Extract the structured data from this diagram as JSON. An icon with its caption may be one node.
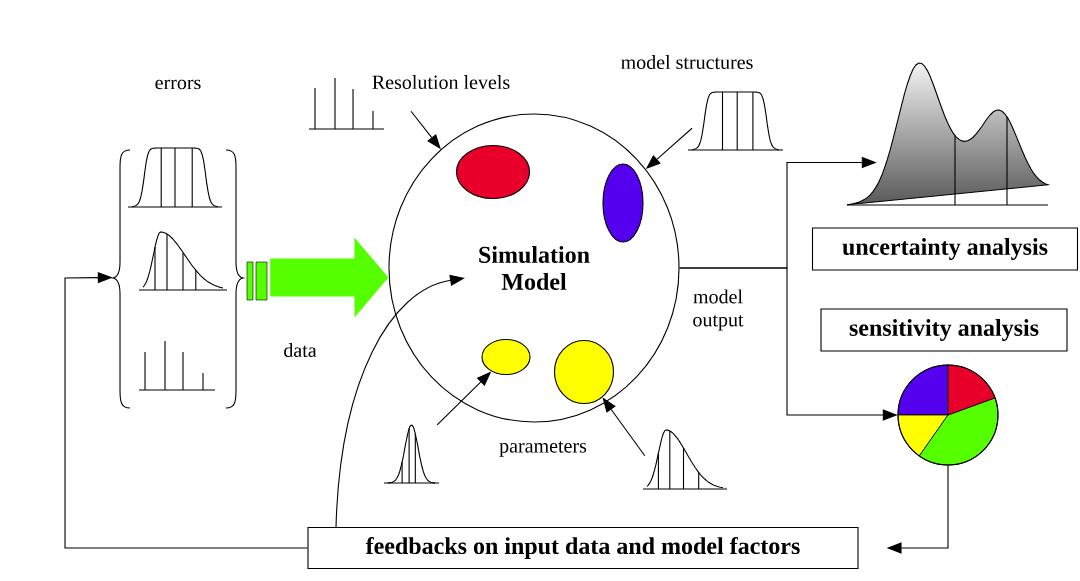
{
  "diagram": {
    "nodes": [
      {
        "text": [
          "errors"
        ]
      },
      {
        "text": [
          "Simulation Model"
        ]
      },
      {
        "text": [],
        "shape": "circle",
        "in": 1
      },
      {
        "text": [],
        "shape": "circle",
        "in": 1
      },
      {
        "text": [],
        "shape": "circle",
        "in": 1
      },
      {
        "text": [],
        "shape": "circle",
        "in": 1
      },
      {
        "text": [
          "Resolution levels"
        ]
      },
      {
        "text": [
          "model structures"
        ]
      },
      {
        "text": [],
        "shape": "picture"
      },
      {
        "text": [],
        "shape": "picture"
      },
      {
        "text": [],
        "shape": "picture"
      },
      {
        "text": [
          "uncertainty analysis"
        ]
      },
      {
        "text": [
          "sensitivity analysis"
        ]
      },
      {
        "text": [],
        "shape": "picture"
      },
      {
        "text": [
          "feedbacks on input data and model factors"
        ]
      }
    ],
    "edges": [
      {
        "from": 0,
        "to": 1,
        "arrow": "to",
        "label": "data",
        "style": "thick",
        "color": "#55ff00"
      },
      {
        "from": 6,
        "to": 1,
        "arrow": "to"
      },
      {
        "from": 7,
        "to": 1,
        "arrow": "to"
      },
      {
        "from": 8,
        "to": 4,
        "arrow": "to"
      },
      {
        "from": 9,
        "to": 5,
        "arrow": "to"
      },
      {
        "from": 1,
        "to": 10,
        "arrow": "to"
      },
      {
        "from": 1,
        "to": 13,
        "arrow": "to"
      },
      {
        "from": 13,
        "to": 14,
        "arrow": "to"
      },
      {
        "from": 14,
        "to": 0,
        "arrow": "to"
      },
      {
        "from": 14,
        "to": 1,
        "arrow": "to"
      }
    ],
    "labels": [
      "model output",
      "parameters"
    ]
  }
}
